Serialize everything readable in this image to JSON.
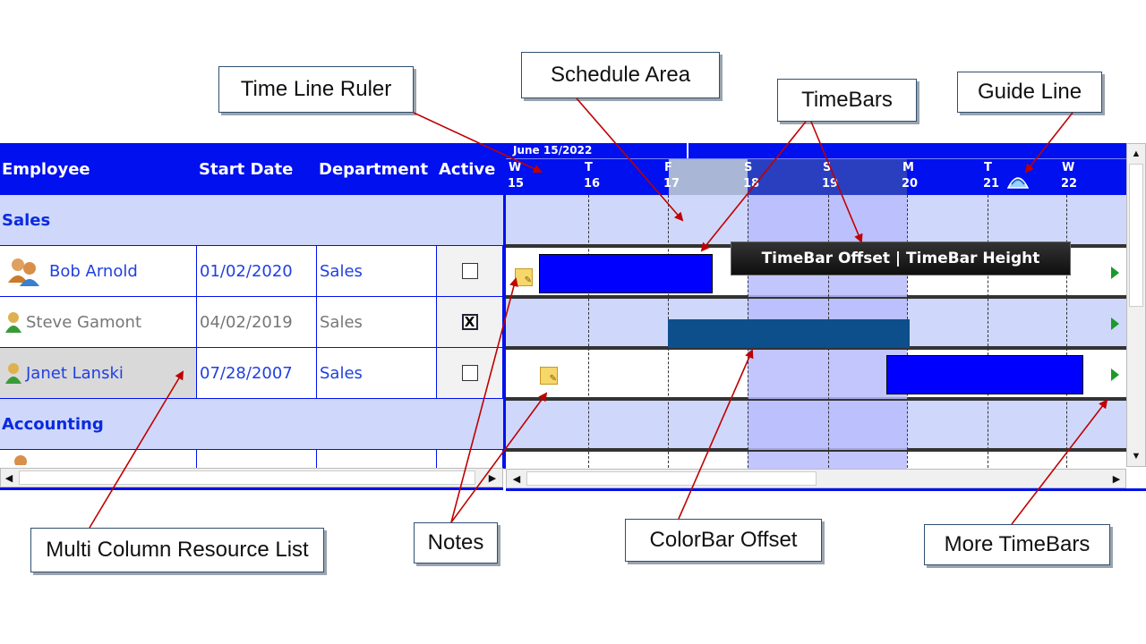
{
  "callouts": {
    "timeline_ruler": "Time Line Ruler",
    "schedule_area": "Schedule Area",
    "timebars": "TimeBars",
    "guide_line": "Guide Line",
    "multi_column": "Multi Column Resource List",
    "notes": "Notes",
    "colorbar_offset": "ColorBar Offset",
    "more_timebars": "More TimeBars"
  },
  "grid": {
    "headers": [
      "Employee",
      "Start Date",
      "Department",
      "Active"
    ],
    "groups": [
      "Sales",
      "Accounting"
    ],
    "rows": [
      {
        "name": "Bob Arnold",
        "start": "01/02/2020",
        "dept": "Sales",
        "active": "",
        "style": "blue"
      },
      {
        "name": "Steve Gamont",
        "start": "04/02/2019",
        "dept": "Sales",
        "active": "X",
        "style": "gray"
      },
      {
        "name": "Janet Lanski",
        "start": "07/28/2007",
        "dept": "Sales",
        "active": "",
        "style": "selected"
      }
    ]
  },
  "ruler": {
    "date": "June 15/2022",
    "days": [
      {
        "dow": "W",
        "num": "15"
      },
      {
        "dow": "T",
        "num": "16"
      },
      {
        "dow": "F",
        "num": "17"
      },
      {
        "dow": "S",
        "num": "18"
      },
      {
        "dow": "S",
        "num": "19"
      },
      {
        "dow": "M",
        "num": "20"
      },
      {
        "dow": "T",
        "num": "21"
      },
      {
        "dow": "W",
        "num": "22"
      }
    ]
  },
  "tooltip": "TimeBar Offset | TimeBar Height",
  "colors": {
    "ruler": "#0010ee",
    "group": "#cfd8fb",
    "bar": "#0000ff",
    "bar_dark": "#0d4f8b",
    "colorbar": "#b9bcfb"
  }
}
